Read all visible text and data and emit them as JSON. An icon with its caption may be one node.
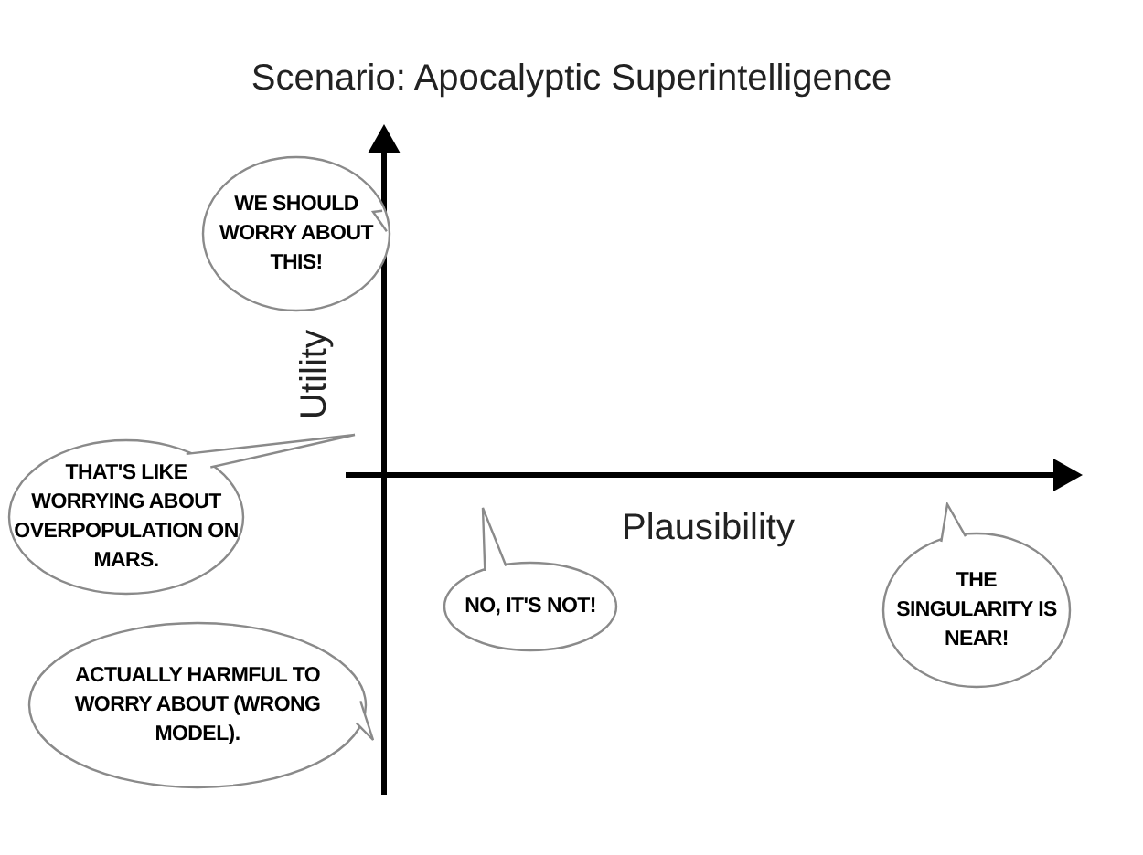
{
  "diagram": {
    "title": "Scenario: Apocalyptic Superintelligence",
    "nodes": [
      {
        "text": [
          "WE SHOULD WORRY ABOUT THIS!"
        ]
      },
      {
        "text": [
          "THAT'S LIKE WORRYING ABOUT OVERPOPULATION ON MARS."
        ]
      },
      {
        "text": [
          "NO, IT'S NOT!"
        ]
      },
      {
        "text": [
          "THE SINGULARITY IS NEAR!"
        ]
      },
      {
        "text": [
          "ACTUALLY HARMFUL TO WORRY ABOUT (WRONG MODEL)."
        ]
      }
    ],
    "labels": [
      "Utility",
      "Plausibility"
    ]
  }
}
